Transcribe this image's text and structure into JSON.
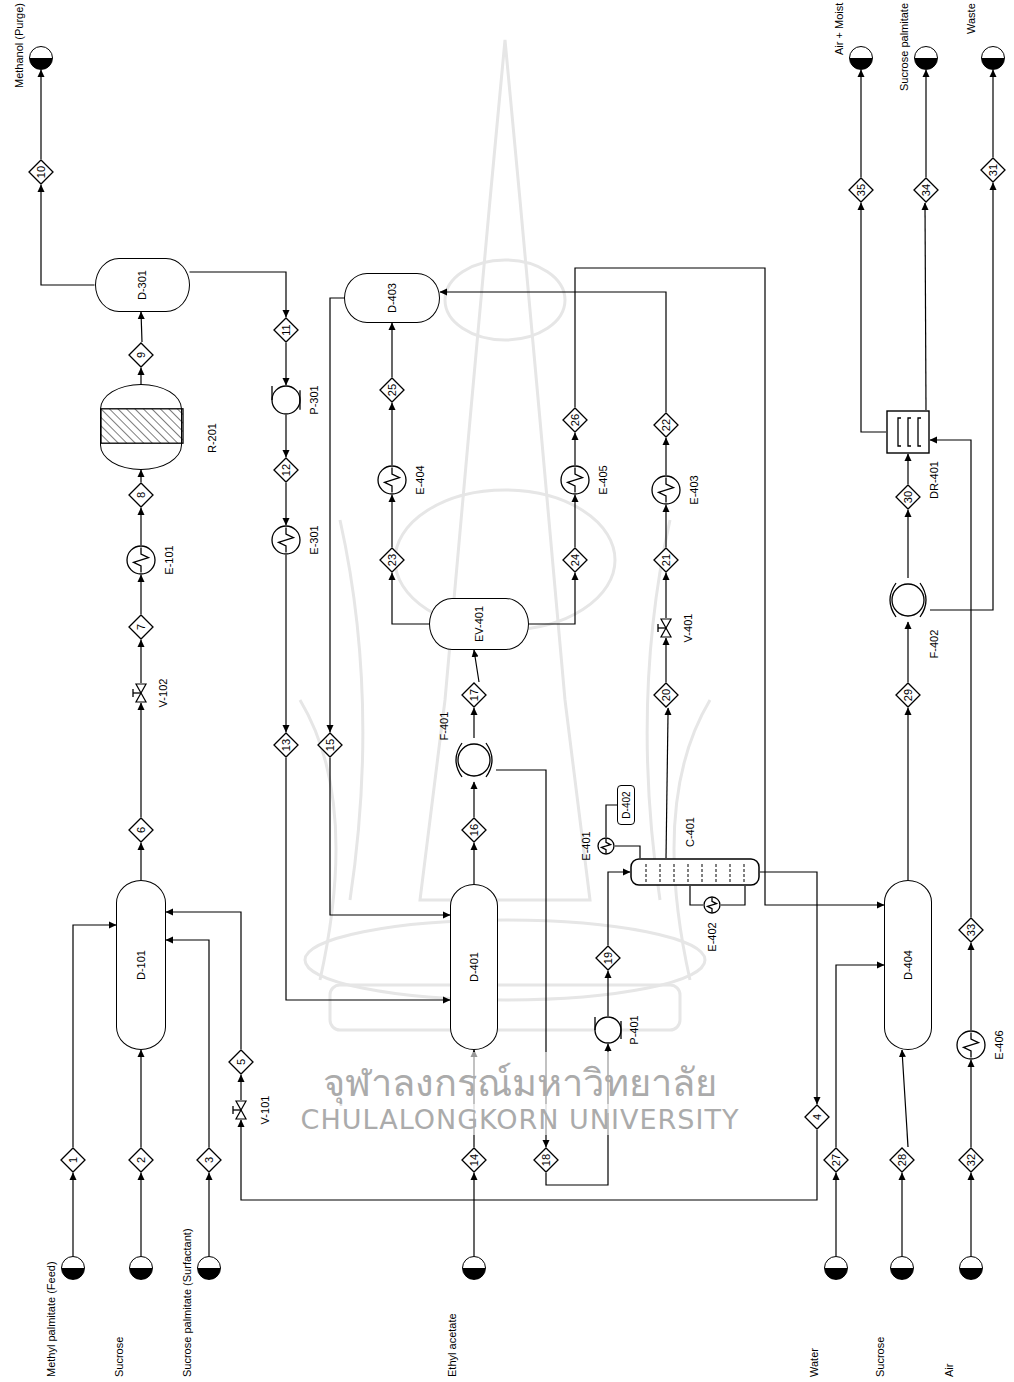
{
  "diagram": {
    "nodes": [
      {
        "text": [
          "Methyl palmitate (Feed)"
        ]
      },
      {
        "text": [
          "Sucrose"
        ]
      },
      {
        "text": [
          "Sucrose palmitate (Surfactant)"
        ]
      },
      {
        "text": [
          "Ethyl acetate"
        ]
      },
      {
        "text": [
          "Water"
        ]
      },
      {
        "text": [
          "Sucrose"
        ]
      },
      {
        "text": [
          "Air"
        ]
      },
      {
        "text": [
          "Methanol (Purge)"
        ]
      },
      {
        "text": [
          "Air + Moist"
        ]
      },
      {
        "text": [
          "Sucrose palmitate"
        ]
      },
      {
        "text": [
          "Waste"
        ]
      },
      {
        "text": [
          "D-101"
        ]
      },
      {
        "text": [
          "V-101"
        ]
      },
      {
        "text": [
          "V-102"
        ]
      },
      {
        "text": [
          "E-101"
        ]
      },
      {
        "text": [
          "R-201"
        ]
      },
      {
        "text": [
          "D-301"
        ]
      },
      {
        "text": [
          "P-301"
        ]
      },
      {
        "text": [
          "E-301"
        ]
      },
      {
        "text": [
          "D-401"
        ]
      },
      {
        "text": [
          "F-401"
        ]
      },
      {
        "text": [
          "EV-401"
        ]
      },
      {
        "text": [
          "E-404"
        ]
      },
      {
        "text": [
          "E-405"
        ]
      },
      {
        "text": [
          "D-403"
        ]
      },
      {
        "text": [
          "C-401"
        ]
      },
      {
        "text": [
          "E-401"
        ]
      },
      {
        "text": [
          "D-402"
        ]
      },
      {
        "text": [
          "E-402"
        ]
      },
      {
        "text": [
          "P-401"
        ]
      },
      {
        "text": [
          "V-401"
        ]
      },
      {
        "text": [
          "E-403"
        ]
      },
      {
        "text": [
          "D-404"
        ]
      },
      {
        "text": [
          "F-402"
        ]
      },
      {
        "text": [
          "DR-401"
        ]
      },
      {
        "text": [
          "E-406"
        ]
      },
      {
        "text": [
          "1"
        ]
      },
      {
        "text": [
          "2"
        ]
      },
      {
        "text": [
          "3"
        ]
      },
      {
        "text": [
          "4"
        ]
      },
      {
        "text": [
          "5"
        ]
      },
      {
        "text": [
          "6"
        ]
      },
      {
        "text": [
          "7"
        ]
      },
      {
        "text": [
          "8"
        ]
      },
      {
        "text": [
          "9"
        ]
      },
      {
        "text": [
          "10"
        ]
      },
      {
        "text": [
          "11"
        ]
      },
      {
        "text": [
          "12"
        ]
      },
      {
        "text": [
          "13"
        ]
      },
      {
        "text": [
          "14"
        ]
      },
      {
        "text": [
          "15"
        ]
      },
      {
        "text": [
          "16"
        ]
      },
      {
        "text": [
          "17"
        ]
      },
      {
        "text": [
          "18"
        ]
      },
      {
        "text": [
          "19"
        ]
      },
      {
        "text": [
          "20"
        ]
      },
      {
        "text": [
          "21"
        ]
      },
      {
        "text": [
          "22"
        ]
      },
      {
        "text": [
          "23"
        ]
      },
      {
        "text": [
          "24"
        ]
      },
      {
        "text": [
          "25"
        ]
      },
      {
        "text": [
          "26"
        ]
      },
      {
        "text": [
          "27"
        ]
      },
      {
        "text": [
          "28"
        ]
      },
      {
        "text": [
          "29"
        ]
      },
      {
        "text": [
          "30"
        ]
      },
      {
        "text": [
          "31"
        ]
      },
      {
        "text": [
          "32"
        ]
      },
      {
        "text": [
          "33"
        ]
      },
      {
        "text": [
          "34"
        ]
      },
      {
        "text": [
          "35"
        ]
      }
    ],
    "edges": [
      {
        "from": 0,
        "to": 36,
        "arrow": "to"
      },
      {
        "from": 36,
        "to": 11,
        "arrow": "to"
      },
      {
        "from": 1,
        "to": 37,
        "arrow": "to"
      },
      {
        "from": 37,
        "to": 11,
        "arrow": "to"
      },
      {
        "from": 2,
        "to": 38,
        "arrow": "to"
      },
      {
        "from": 38,
        "to": 11,
        "arrow": "to"
      },
      {
        "from": 25,
        "to": 39,
        "arrow": "to"
      },
      {
        "from": 39,
        "to": 12,
        "arrow": "to"
      },
      {
        "from": 12,
        "to": 40,
        "arrow": "to"
      },
      {
        "from": 40,
        "to": 11,
        "arrow": "to"
      },
      {
        "from": 11,
        "to": 41,
        "arrow": "to"
      },
      {
        "from": 41,
        "to": 13,
        "arrow": "to"
      },
      {
        "from": 13,
        "to": 42,
        "arrow": "to"
      },
      {
        "from": 42,
        "to": 14,
        "arrow": "to"
      },
      {
        "from": 14,
        "to": 43,
        "arrow": "to"
      },
      {
        "from": 43,
        "to": 15,
        "arrow": "to"
      },
      {
        "from": 15,
        "to": 44,
        "arrow": "to"
      },
      {
        "from": 44,
        "to": 16,
        "arrow": "to"
      },
      {
        "from": 16,
        "to": 45,
        "arrow": "to"
      },
      {
        "from": 45,
        "to": 7,
        "arrow": "to"
      },
      {
        "from": 16,
        "to": 46,
        "arrow": "to"
      },
      {
        "from": 46,
        "to": 17,
        "arrow": "to"
      },
      {
        "from": 17,
        "to": 47,
        "arrow": "to"
      },
      {
        "from": 47,
        "to": 18,
        "arrow": "to"
      },
      {
        "from": 18,
        "to": 48,
        "arrow": "to"
      },
      {
        "from": 48,
        "to": 19,
        "arrow": "to"
      },
      {
        "from": 3,
        "to": 49,
        "arrow": "to"
      },
      {
        "from": 49,
        "to": 19,
        "arrow": "to"
      },
      {
        "from": 24,
        "to": 50,
        "arrow": "to"
      },
      {
        "from": 50,
        "to": 19,
        "arrow": "to"
      },
      {
        "from": 19,
        "to": 51,
        "arrow": "to"
      },
      {
        "from": 51,
        "to": 20,
        "arrow": "to"
      },
      {
        "from": 20,
        "to": 52,
        "arrow": "to"
      },
      {
        "from": 52,
        "to": 21,
        "arrow": "to"
      },
      {
        "from": 20,
        "to": 53,
        "arrow": "to"
      },
      {
        "from": 53,
        "to": 29,
        "arrow": "to"
      },
      {
        "from": 29,
        "to": 54,
        "arrow": "to"
      },
      {
        "from": 54,
        "to": 25,
        "arrow": "to"
      },
      {
        "from": 25,
        "to": 55,
        "arrow": "to"
      },
      {
        "from": 55,
        "to": 30,
        "arrow": "to"
      },
      {
        "from": 30,
        "to": 56,
        "arrow": "to"
      },
      {
        "from": 56,
        "to": 31,
        "arrow": "to"
      },
      {
        "from": 31,
        "to": 57,
        "arrow": "to"
      },
      {
        "from": 57,
        "to": 24,
        "arrow": "to"
      },
      {
        "from": 21,
        "to": 58,
        "arrow": "to"
      },
      {
        "from": 58,
        "to": 22,
        "arrow": "to"
      },
      {
        "from": 21,
        "to": 59,
        "arrow": "to"
      },
      {
        "from": 59,
        "to": 23,
        "arrow": "to"
      },
      {
        "from": 22,
        "to": 60,
        "arrow": "to"
      },
      {
        "from": 60,
        "to": 24,
        "arrow": "to"
      },
      {
        "from": 23,
        "to": 61,
        "arrow": "to"
      },
      {
        "from": 61,
        "to": 32,
        "arrow": "to"
      },
      {
        "from": 4,
        "to": 62,
        "arrow": "to"
      },
      {
        "from": 62,
        "to": 32,
        "arrow": "to"
      },
      {
        "from": 5,
        "to": 63,
        "arrow": "to"
      },
      {
        "from": 63,
        "to": 32,
        "arrow": "to"
      },
      {
        "from": 32,
        "to": 64,
        "arrow": "to"
      },
      {
        "from": 64,
        "to": 33,
        "arrow": "to"
      },
      {
        "from": 33,
        "to": 65,
        "arrow": "to"
      },
      {
        "from": 65,
        "to": 34,
        "arrow": "to"
      },
      {
        "from": 33,
        "to": 66,
        "arrow": "to"
      },
      {
        "from": 66,
        "to": 10,
        "arrow": "to"
      },
      {
        "from": 6,
        "to": 67,
        "arrow": "to"
      },
      {
        "from": 67,
        "to": 35,
        "arrow": "to"
      },
      {
        "from": 35,
        "to": 68,
        "arrow": "to"
      },
      {
        "from": 68,
        "to": 34,
        "arrow": "to"
      },
      {
        "from": 34,
        "to": 69,
        "arrow": "to"
      },
      {
        "from": 69,
        "to": 9,
        "arrow": "to"
      },
      {
        "from": 34,
        "to": 70,
        "arrow": "to"
      },
      {
        "from": 70,
        "to": 8,
        "arrow": "to"
      },
      {
        "from": 25,
        "to": 26,
        "arrow": "none"
      },
      {
        "from": 26,
        "to": 27,
        "arrow": "none"
      },
      {
        "from": 25,
        "to": 28,
        "arrow": "none"
      },
      {
        "from": 28,
        "to": 25,
        "arrow": "none"
      }
    ],
    "labels": [
      "จุฬาลงกรณ์มหาวิทยาลัย",
      "CHULALONGKORN UNIVERSITY"
    ]
  }
}
